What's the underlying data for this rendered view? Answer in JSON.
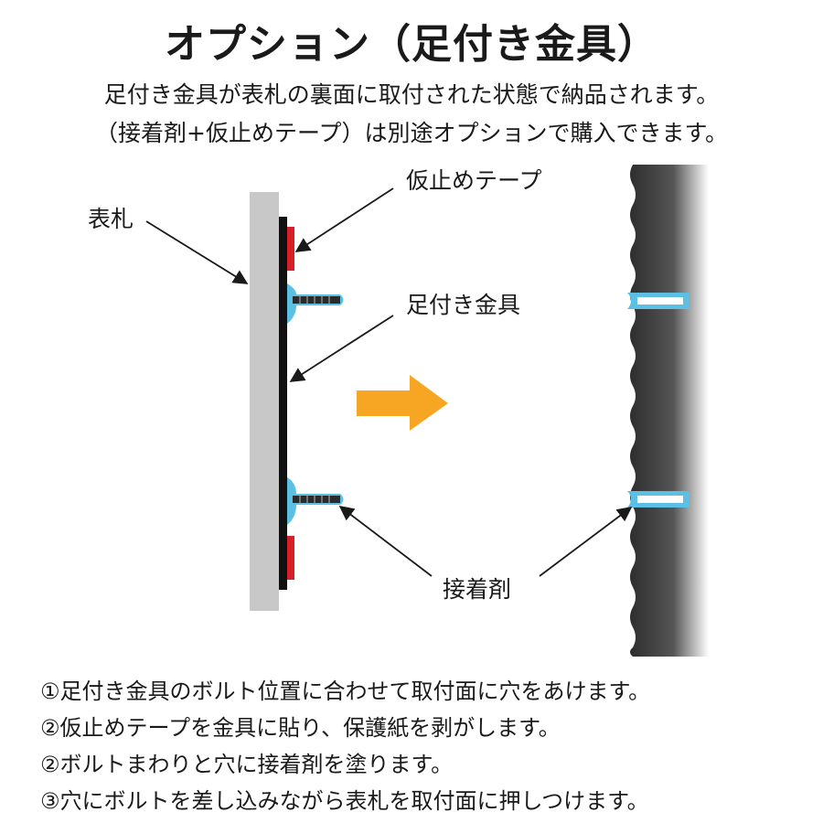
{
  "header": {
    "title": "オプション（足付き金具）",
    "desc_line1": "足付き金具が表札の裏面に取付された状態で納品されます。",
    "desc_line2": "（接着剤+仮止めテープ）は別途オプションで購入できます。"
  },
  "diagram": {
    "labels": {
      "nameplate": "表札",
      "tape": "仮止めテープ",
      "bracket": "足付き金具",
      "adhesive": "接着剤"
    },
    "colors": {
      "plate": "#c8c8c8",
      "tape": "#d61f26",
      "adhesive": "#5bc0e3",
      "bolt": "#2b2b2b",
      "arrow": "#f6a623",
      "wall": "#4a4a4a"
    }
  },
  "steps": [
    "①足付き金具のボルト位置に合わせて取付面に穴をあけます。",
    "②仮止めテープを金具に貼り、保護紙を剥がします。",
    "②ボルトまわりと穴に接着剤を塗ります。",
    "③穴にボルトを差し込みながら表札を取付面に押しつけます。"
  ]
}
